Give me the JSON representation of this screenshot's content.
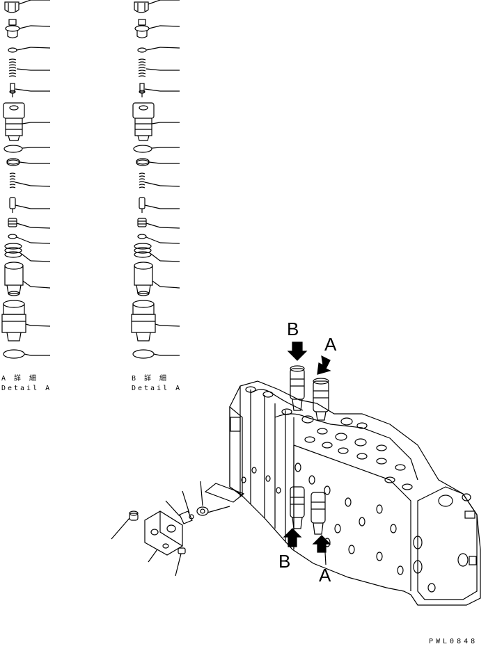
{
  "detail_a": {
    "title_jp": "A 詳 細",
    "title_en": "Detail A"
  },
  "detail_b": {
    "title_jp": "B 詳 細",
    "title_en": "Detail A"
  },
  "markers": {
    "top_b": "B",
    "top_a": "A",
    "bottom_b": "B",
    "bottom_a": "A"
  },
  "drawing_code": "PWL0848",
  "colors": {
    "line": "#000000",
    "background": "#ffffff",
    "arrow_fill": "#000000"
  }
}
